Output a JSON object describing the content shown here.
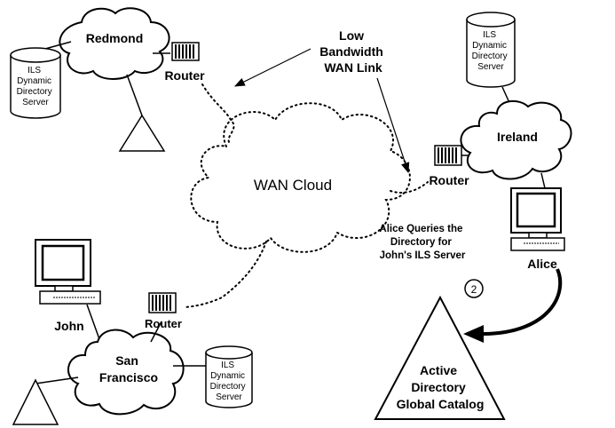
{
  "wan_cloud": {
    "label": "WAN Cloud"
  },
  "annotation_low_bw": [
    "Low",
    "Bandwidth",
    "WAN Link"
  ],
  "annotation_query": [
    "Alice Queries the",
    "Directory for",
    "John's ILS Server"
  ],
  "step_badge": "2",
  "sites": {
    "redmond": {
      "cloud_label": "Redmond",
      "router_label": "Router",
      "server_label": [
        "ILS",
        "Dynamic",
        "Directory",
        "Server"
      ]
    },
    "ireland": {
      "cloud_label": "Ireland",
      "router_label": "Router",
      "server_label": [
        "ILS",
        "Dynamic",
        "Directory",
        "Server"
      ],
      "user_label": "Alice"
    },
    "san_francisco": {
      "cloud_label": [
        "San",
        "Francisco"
      ],
      "router_label": "Router",
      "server_label": [
        "ILS",
        "Dynamic",
        "Directory",
        "Server"
      ],
      "user_label": "John"
    }
  },
  "active_directory": {
    "label": [
      "Active",
      "Directory",
      "Global Catalog"
    ]
  }
}
